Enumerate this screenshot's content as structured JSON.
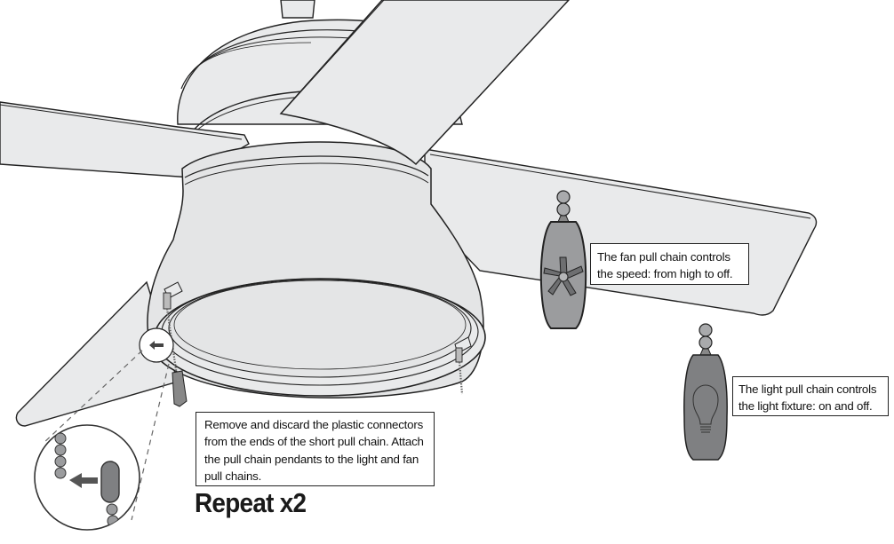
{
  "diagram": {
    "subject": "ceiling-fan-pull-chain-installation",
    "callouts": {
      "fan_chain": {
        "line1": "The fan pull chain controls",
        "line2": "the speed: from high to off."
      },
      "light_chain": {
        "line1": "The light pull chain controls",
        "line2": "the light fixture: on and off."
      },
      "step": {
        "line1": "Remove and discard the plastic connectors",
        "line2": "from the ends of the short pull chain. Attach",
        "line3": "the pull chain pendants to the light and fan",
        "line4": "pull chains."
      }
    },
    "repeat_label": "Repeat x2",
    "pendants": [
      {
        "name": "fan-pendant",
        "icon": "fan-icon"
      },
      {
        "name": "light-pendant",
        "icon": "light-bulb-icon"
      }
    ],
    "colors": {
      "fill_light": "#e9eaeb",
      "fill_bowl": "#e4e5e6",
      "pendant_fan": "#9b9c9e",
      "pendant_light": "#7f8082",
      "outline": "#222222"
    }
  }
}
